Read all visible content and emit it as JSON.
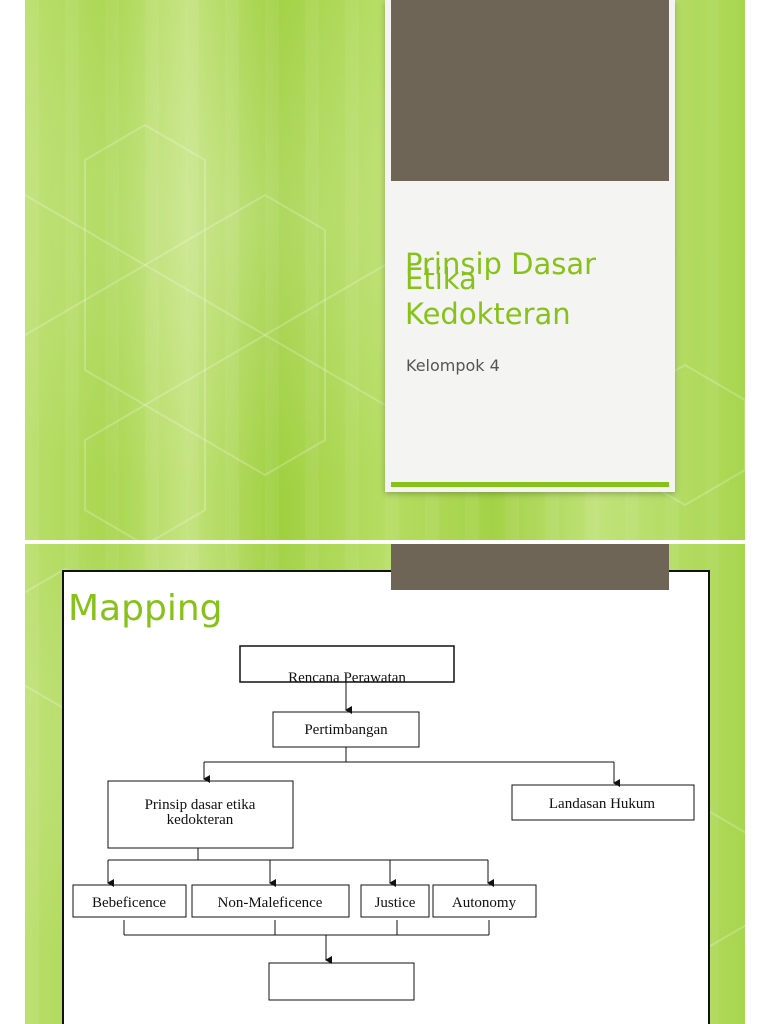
{
  "slide1": {
    "title_lines": [
      "Prinsip Dasar",
      "Etika",
      "Kedokteran"
    ],
    "subtitle": "Kelompok 4"
  },
  "slide2": {
    "title": "Mapping",
    "diagram": {
      "rencana": "Rencana Perawatan",
      "pertimbangan": "Pertimbangan",
      "prinsip_line1": "Prinsip dasar etika",
      "prinsip_line2": "kedokteran",
      "landasan": "Landasan Hukum",
      "bebeficence": "Bebeficence",
      "non_maleficence": "Non-Maleficence",
      "justice": "Justice",
      "autonomy": "Autonomy",
      "result": ""
    }
  },
  "colors": {
    "accent_green": "#86c21a",
    "panel_dark": "#6f6556",
    "background_green": "#a9d64f"
  }
}
